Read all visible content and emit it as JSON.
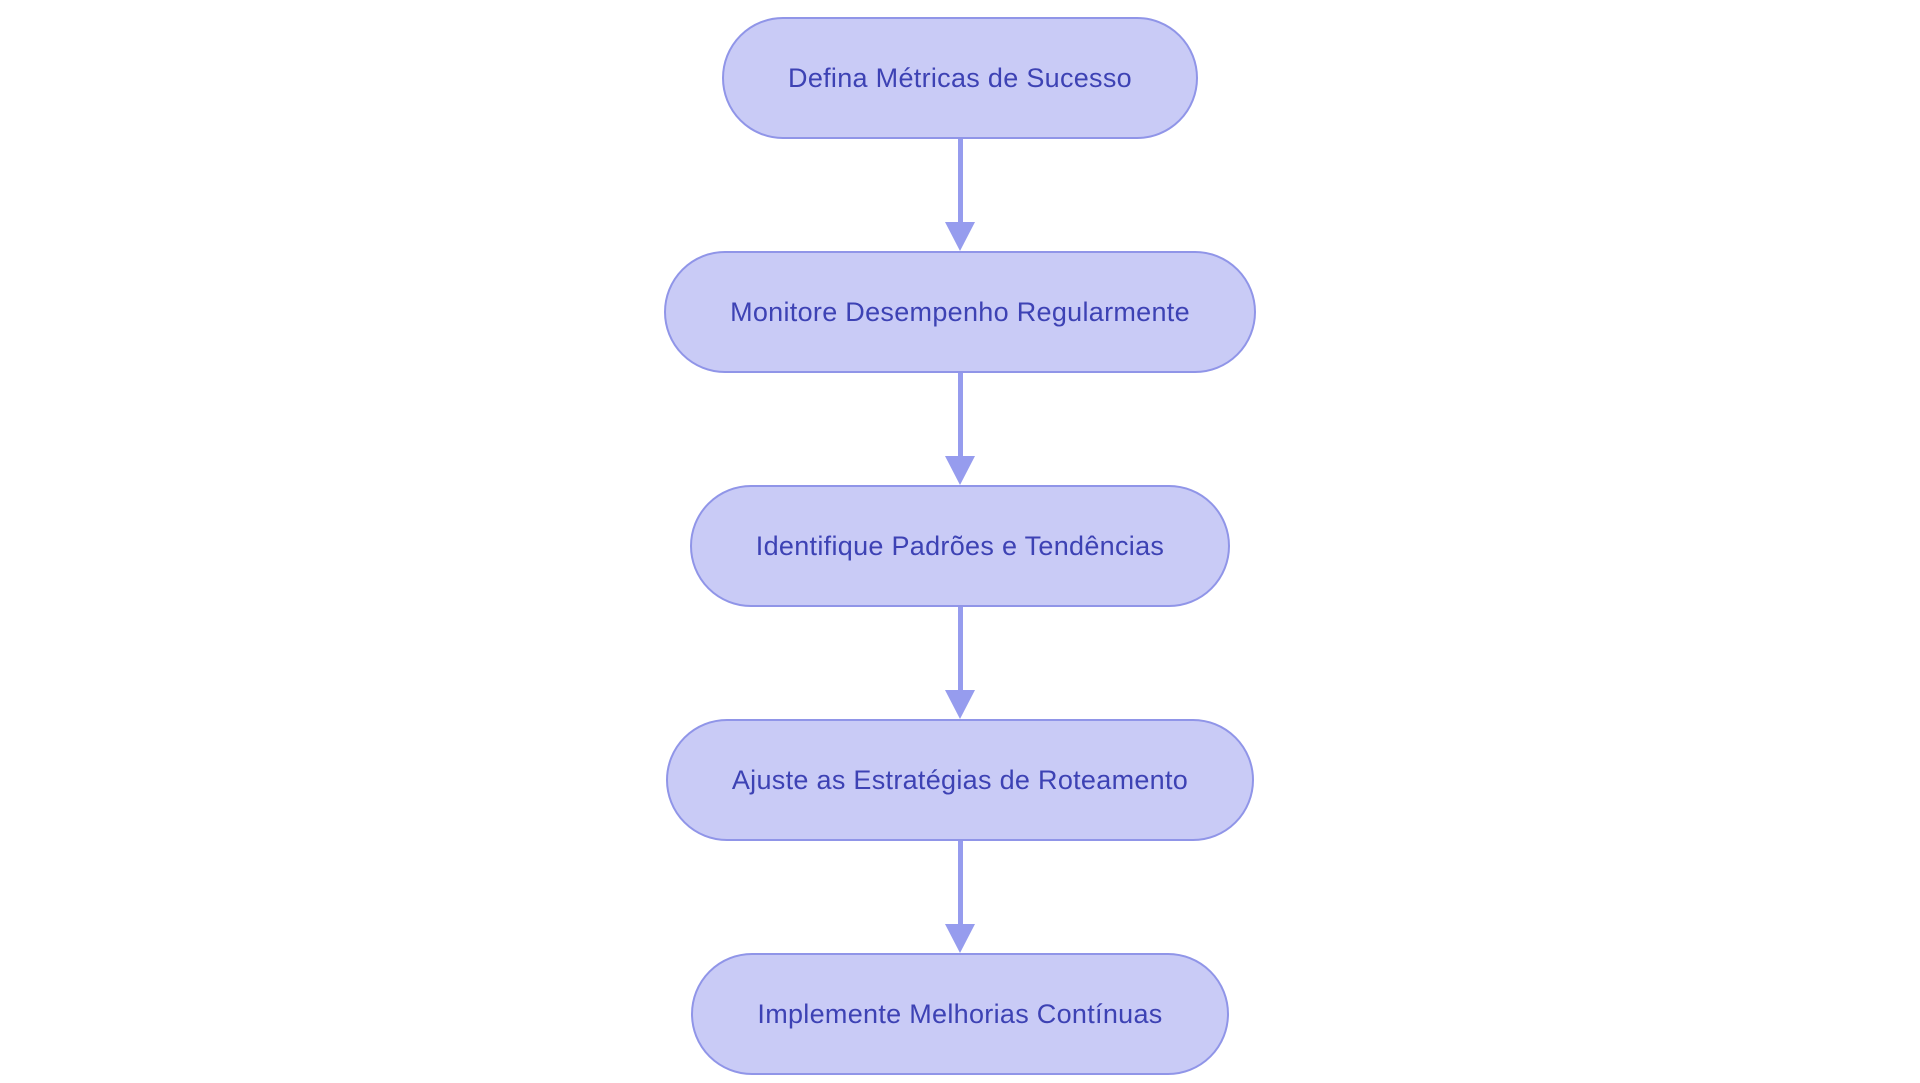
{
  "diagram": {
    "type": "flowchart",
    "direction": "top-down",
    "language": "pt-BR",
    "colors": {
      "background": "#ffffff",
      "node_fill": "#c9cbf6",
      "node_border": "#9095e8",
      "node_text": "#3d42b4",
      "arrow": "#969cee"
    },
    "nodes": [
      {
        "label": "Defina Métricas de Sucesso"
      },
      {
        "label": "Monitore Desempenho Regularmente"
      },
      {
        "label": "Identifique Padrões e Tendências"
      },
      {
        "label": "Ajuste as Estratégias de Roteamento"
      },
      {
        "label": "Implemente Melhorias Contínuas"
      }
    ],
    "edges": [
      {
        "from": "Defina Métricas de Sucesso",
        "to": "Monitore Desempenho Regularmente"
      },
      {
        "from": "Monitore Desempenho Regularmente",
        "to": "Identifique Padrões e Tendências"
      },
      {
        "from": "Identifique Padrões e Tendências",
        "to": "Ajuste as Estratégias de Roteamento"
      },
      {
        "from": "Ajuste as Estratégias de Roteamento",
        "to": "Implemente Melhorias Contínuas"
      }
    ]
  }
}
